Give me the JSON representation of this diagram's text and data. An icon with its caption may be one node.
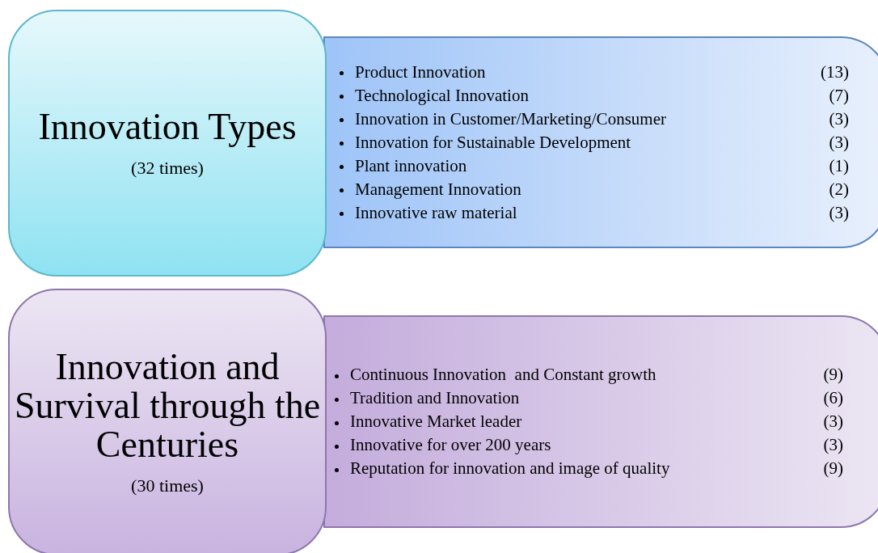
{
  "diagram": {
    "nodes": [
      {
        "text": [
          "Innovation Types",
          "(32 times)"
        ]
      },
      {
        "text": [
          "Product Innovation",
          "(13)",
          "Technological Innovation",
          "(7)",
          "Innovation in Customer/Marketing/Consumer",
          "(3)",
          "Innovation for Sustainable Development",
          "(3)",
          "Plant innovation",
          "(1)",
          "Management Innovation",
          "(2)",
          "Innovative raw material",
          "(3)"
        ]
      },
      {
        "text": [
          "Innovation and Survival through the Centuries",
          "(30 times)"
        ]
      },
      {
        "text": [
          "Continuous Innovation  and Constant growth",
          "(9)",
          "Tradition and Innovation",
          "(6)",
          "Innovative Market leader",
          "(3)",
          "Innovative for over 200 years",
          "(3)",
          "Reputation for innovation and image of quality",
          "(9)"
        ]
      }
    ]
  }
}
